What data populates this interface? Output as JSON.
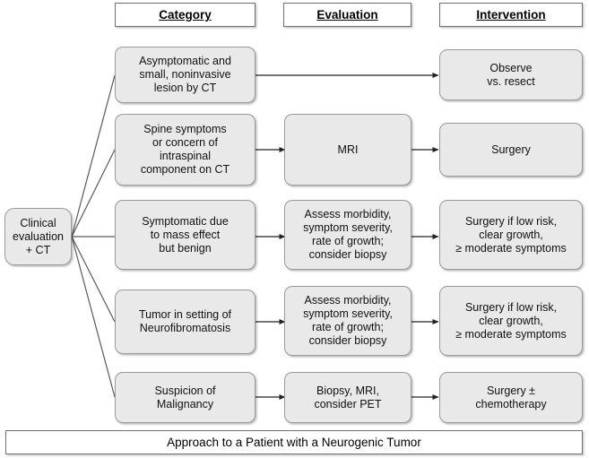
{
  "diagram": {
    "type": "flowchart",
    "title": "Approach to a Patient with a Neurogenic Tumor",
    "colors": {
      "node_fill": "#e9e9e9",
      "node_border": "#9a9a9a",
      "header_fill": "#ffffff",
      "header_border": "#6f6f6f",
      "edge": "#5a5a5a",
      "background": "#ffffff",
      "text": "#111111"
    },
    "headers": [
      {
        "label": "Category"
      },
      {
        "label": "Evaluation"
      },
      {
        "label": "Intervention"
      }
    ],
    "root": {
      "label": "Clinical\nevaluation\n+ CT"
    },
    "rows": [
      {
        "category": "Asymptomatic and\nsmall, noninvasive\nlesion by CT",
        "evaluation": null,
        "intervention": "Observe\nvs. resect"
      },
      {
        "category": "Spine symptoms\nor concern of\nintraspinal\ncomponent on CT",
        "evaluation": "MRI",
        "intervention": "Surgery"
      },
      {
        "category": "Symptomatic due\nto mass effect\nbut benign",
        "evaluation": "Assess morbidity,\nsymptom severity,\nrate of growth;\nconsider biopsy",
        "intervention": "Surgery if low risk,\nclear growth,\n≥ moderate symptoms"
      },
      {
        "category": "Tumor in setting of\nNeurofibromatosis",
        "evaluation": "Assess morbidity,\nsymptom severity,\nrate of growth;\nconsider biopsy",
        "intervention": "Surgery if low risk,\nclear growth,\n≥ moderate symptoms"
      },
      {
        "category": "Suspicion of\nMalignancy",
        "evaluation": "Biopsy, MRI,\nconsider PET",
        "intervention": "Surgery ±\nchemotherapy"
      }
    ],
    "footer": {
      "caption": "Approach to a Patient with a Neurogenic Tumor"
    }
  }
}
